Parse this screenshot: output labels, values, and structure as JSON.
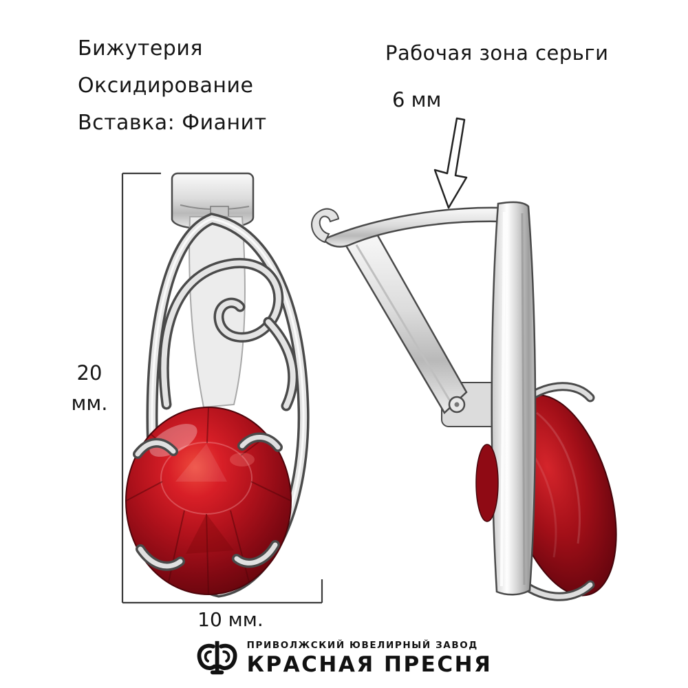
{
  "product": {
    "spec_lines": [
      "Бижутерия",
      "Оксидирование",
      "Вставка: Фианит"
    ]
  },
  "annotations": {
    "working_zone": {
      "label": "Рабочая зона серьги",
      "value": "6 мм"
    },
    "height": {
      "value": "20",
      "unit": "мм."
    },
    "width": {
      "label": "10 мм."
    }
  },
  "footer": {
    "factory": "ПРИВОЛЖСКИЙ ЮВЕЛИРНЫЙ ЗАВОД",
    "brand": "КРАСНАЯ ПРЕСНЯ"
  },
  "colors": {
    "gem_red": "#b01016",
    "metal_silver": "#d9d9d9",
    "outline_dark": "#3c3c3c",
    "text": "#151515"
  }
}
